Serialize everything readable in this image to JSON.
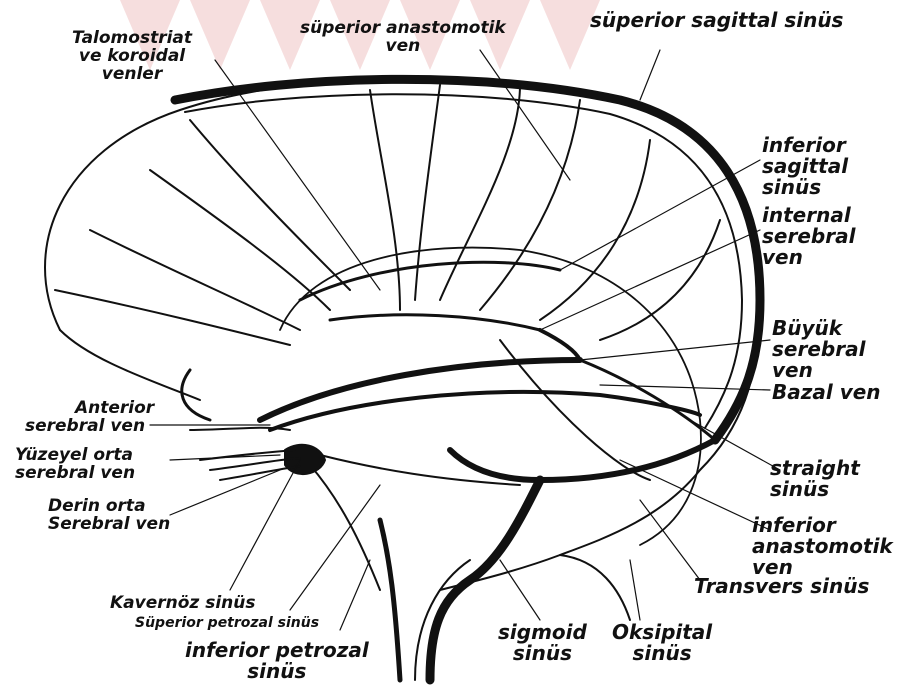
{
  "labels": {
    "talamostriat": [
      "Talomostriat",
      "ve koroidal",
      "venler"
    ],
    "sup_anast": [
      "süperior anastomotik",
      "ven"
    ],
    "sup_sag": "süperior sagittal sinüs",
    "inf_sag": [
      "inferior",
      "sagittal",
      "sinüs"
    ],
    "internal": [
      "internal",
      "serebral",
      "ven"
    ],
    "buyuk": [
      "Büyük",
      "serebral",
      "ven"
    ],
    "bazal": "Bazal ven",
    "anterior": [
      "Anterior",
      "serebral ven"
    ],
    "yuzeyel": [
      "Yüzeyel orta",
      "serebral ven"
    ],
    "derin": [
      "Derin orta",
      "Serebral ven"
    ],
    "straight": [
      "straight",
      "sinüs"
    ],
    "inf_anast": [
      "inferior",
      "anastomotik",
      "ven"
    ],
    "kavernoz": "Kavernöz sinüs",
    "sup_petrozal": "Süperior petrozal sinüs",
    "inf_petrozal": [
      "inferior petrozal",
      "sinüs"
    ],
    "transvers": "Transvers sinüs",
    "sigmoid": [
      "sigmoid",
      "sinüs"
    ],
    "oksipital": [
      "Oksipital",
      "sinüs"
    ]
  },
  "colors": {
    "ink": "#111111",
    "watermark": "#f6dede"
  }
}
